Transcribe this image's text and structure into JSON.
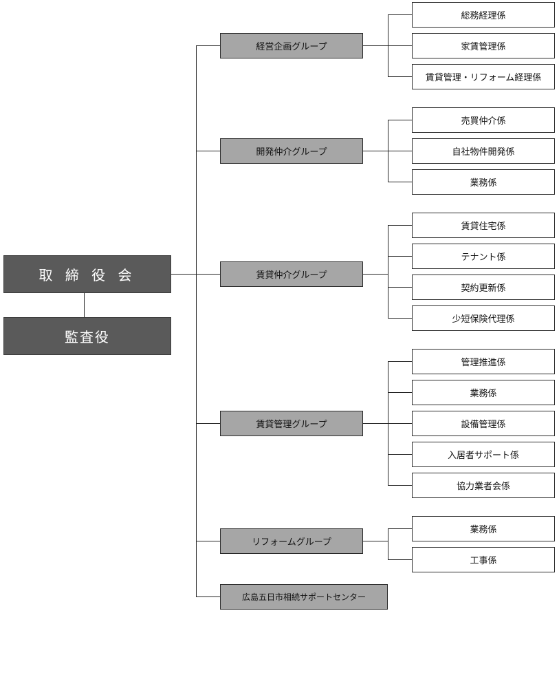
{
  "top": {
    "board": "取 締 役 会",
    "auditor": "監査役"
  },
  "groups": [
    {
      "label": "経営企画グループ",
      "sections": [
        "総務経理係",
        "家賃管理係",
        "賃貸管理・リフォーム経理係"
      ]
    },
    {
      "label": "開発仲介グループ",
      "sections": [
        "売買仲介係",
        "自社物件開発係",
        "業務係"
      ]
    },
    {
      "label": "賃貸仲介グループ",
      "sections": [
        "賃貸住宅係",
        "テナント係",
        "契約更新係",
        "少短保険代理係"
      ]
    },
    {
      "label": "賃貸管理グループ",
      "sections": [
        "管理推進係",
        "業務係",
        "設備管理係",
        "入居者サポート係",
        "協力業者会係"
      ]
    },
    {
      "label": "リフォームグループ",
      "sections": [
        "業務係",
        "工事係"
      ]
    },
    {
      "label": "広島五日市相続サポートセンター",
      "sections": []
    }
  ]
}
